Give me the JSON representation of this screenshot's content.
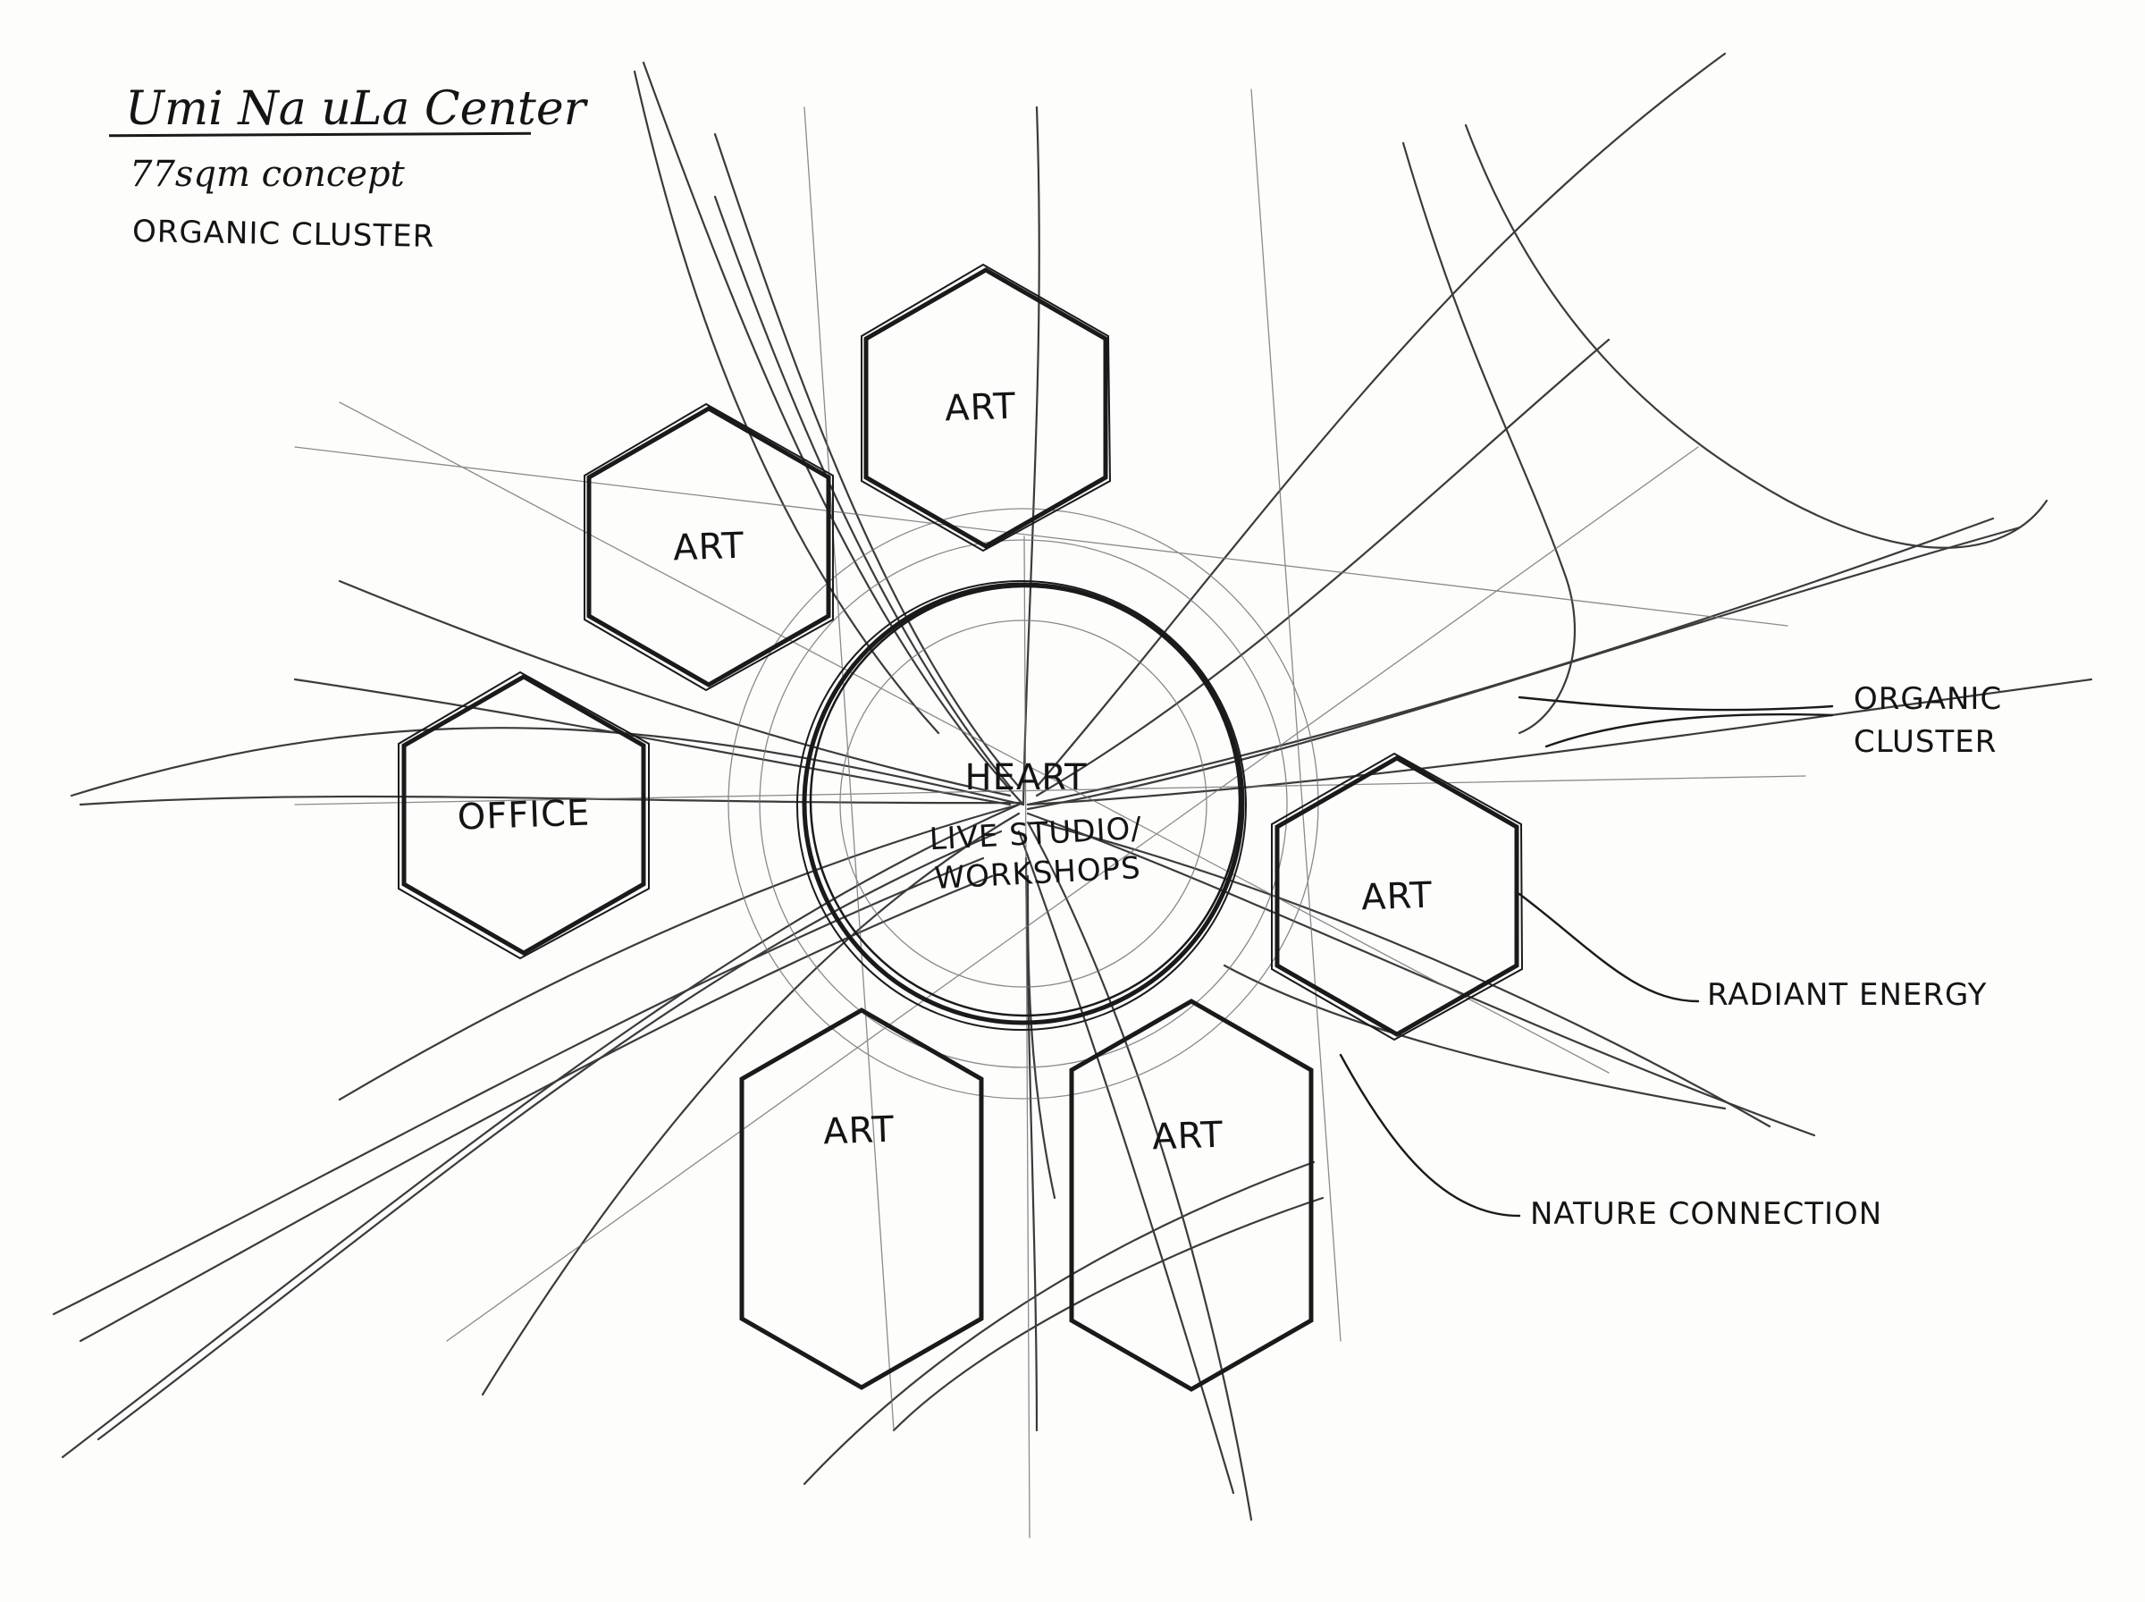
{
  "header": {
    "title": "Umi Na uLa Center",
    "subtitle": "77sqm concept",
    "tagline": "ORGANIC CLUSTER"
  },
  "core": {
    "label": "HEART",
    "function_line1": "LIVE STUDIO/",
    "function_line2": "WORKSHOPS"
  },
  "rooms": [
    {
      "label": "ART",
      "position": "top"
    },
    {
      "label": "ART",
      "position": "upper-left"
    },
    {
      "label": "OFFICE",
      "position": "left"
    },
    {
      "label": "ART",
      "position": "right"
    },
    {
      "label": "ART",
      "position": "bottom-left"
    },
    {
      "label": "ART",
      "position": "bottom-right"
    }
  ],
  "annotations": [
    {
      "line1": "ORGANIC",
      "line2": "CLUSTER"
    },
    {
      "line1": "RADIANT ENERGY"
    },
    {
      "line1": "NATURE CONNECTION"
    }
  ],
  "colors": {
    "ink": "#141414",
    "paper": "#fdfdfc",
    "construction_line": "#6e6e6e"
  }
}
